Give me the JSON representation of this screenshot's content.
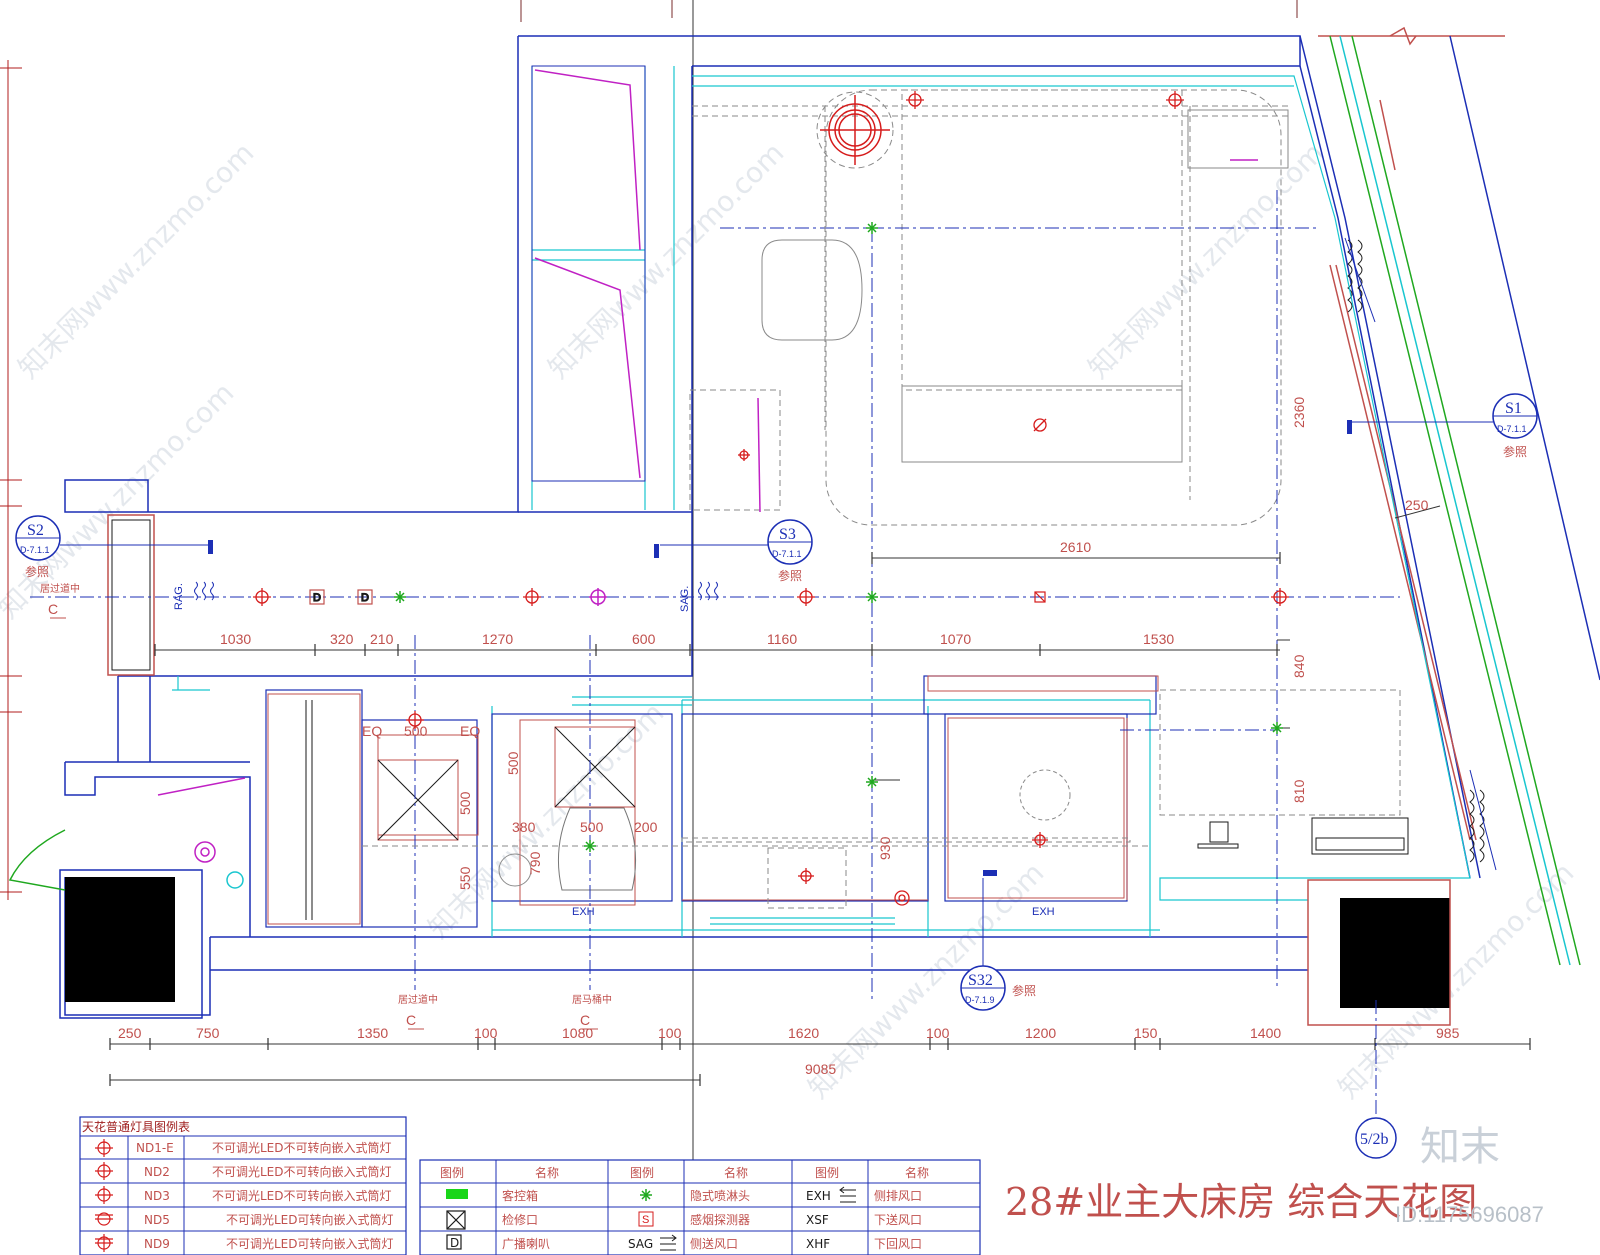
{
  "title": "28#业主大床房 综合天花图",
  "id_text": "ID:1175696087",
  "brand": "知末",
  "watermark": "知末网www.znzmo.com",
  "section_tags": [
    {
      "id": "s1",
      "code": "S1",
      "ref": "D-7.1.1",
      "note": "参照"
    },
    {
      "id": "s2",
      "code": "S2",
      "ref": "D-7.1.1",
      "note": "参照"
    },
    {
      "id": "s3",
      "code": "S3",
      "ref": "D-7.1.1",
      "note": "参照"
    },
    {
      "id": "s32",
      "code": "S32",
      "ref": "D-7.1.9",
      "note": "参照"
    },
    {
      "id": "grid",
      "code": "5/2b",
      "ref": "",
      "note": ""
    }
  ],
  "centerline_labels": {
    "corridor_top": "居过道中",
    "corridor_bottom": "居过道中",
    "toilet": "居马桶中"
  },
  "equipment_labels": {
    "rag": "RAG.",
    "sag": "SAG.",
    "exh_left": "EXH",
    "exh_right": "EXH",
    "eq_left": "EQ",
    "eq_right": "EQ"
  },
  "dims_mid_row": [
    "1030",
    "320",
    "210",
    "1270",
    "600",
    "1160",
    "1070",
    "1530"
  ],
  "dims_bottom_row": [
    "250",
    "750",
    "1350",
    "100",
    "1080",
    "100",
    "1620",
    "100",
    "1200",
    "150",
    "1400",
    "985"
  ],
  "dim_total": "9085",
  "dims_misc": {
    "bed_width": "2610",
    "wall_gap": "250",
    "height_2360": "2360",
    "height_840": "840",
    "height_810": "810",
    "bath_500_top": "500",
    "bath_500_side": "500",
    "bath_550": "550",
    "wc_500_v": "500",
    "wc_380": "380",
    "wc_500_h": "500",
    "wc_200": "200",
    "wc_790": "790",
    "shower_930": "930"
  },
  "legend_fixtures": {
    "header": "天花普通灯具图例表",
    "rows": [
      {
        "code": "ND1-E",
        "desc": "不可调光LED不可转向嵌入式筒灯"
      },
      {
        "code": "ND2",
        "desc": "不可调光LED不可转向嵌入式筒灯"
      },
      {
        "code": "ND3",
        "desc": "不可调光LED不可转向嵌入式筒灯"
      },
      {
        "code": "ND5",
        "desc": "不可调光LED可转向嵌入式筒灯"
      },
      {
        "code": "ND9",
        "desc": "不可调光LED可转向嵌入式筒灯"
      }
    ]
  },
  "legend_symbols": {
    "headers": [
      "图例",
      "名称",
      "图例",
      "名称",
      "图例",
      "名称"
    ],
    "rows": [
      {
        "sym1": "",
        "name1": "客控箱",
        "sym2": "",
        "name2": "隐式喷淋头",
        "sym3": "EXH",
        "name3": "侧排风口"
      },
      {
        "sym1": "",
        "name1": "检修口",
        "sym2": "S",
        "name2": "感烟探测器",
        "sym3": "XSF",
        "name3": "下送风口"
      },
      {
        "sym1": "D",
        "name1": "广播喇叭",
        "sym2": "SAG",
        "name2": "侧送风口",
        "sym3": "XHF",
        "name3": "下回风口"
      }
    ]
  },
  "colors": {
    "wall": "#1c2fb5",
    "cyan": "#19c6cf",
    "red": "#c0504d",
    "magenta": "#c021c4",
    "green": "#1fa81f",
    "dash": "#8a8a8a",
    "fixture": "#d61c1c"
  }
}
